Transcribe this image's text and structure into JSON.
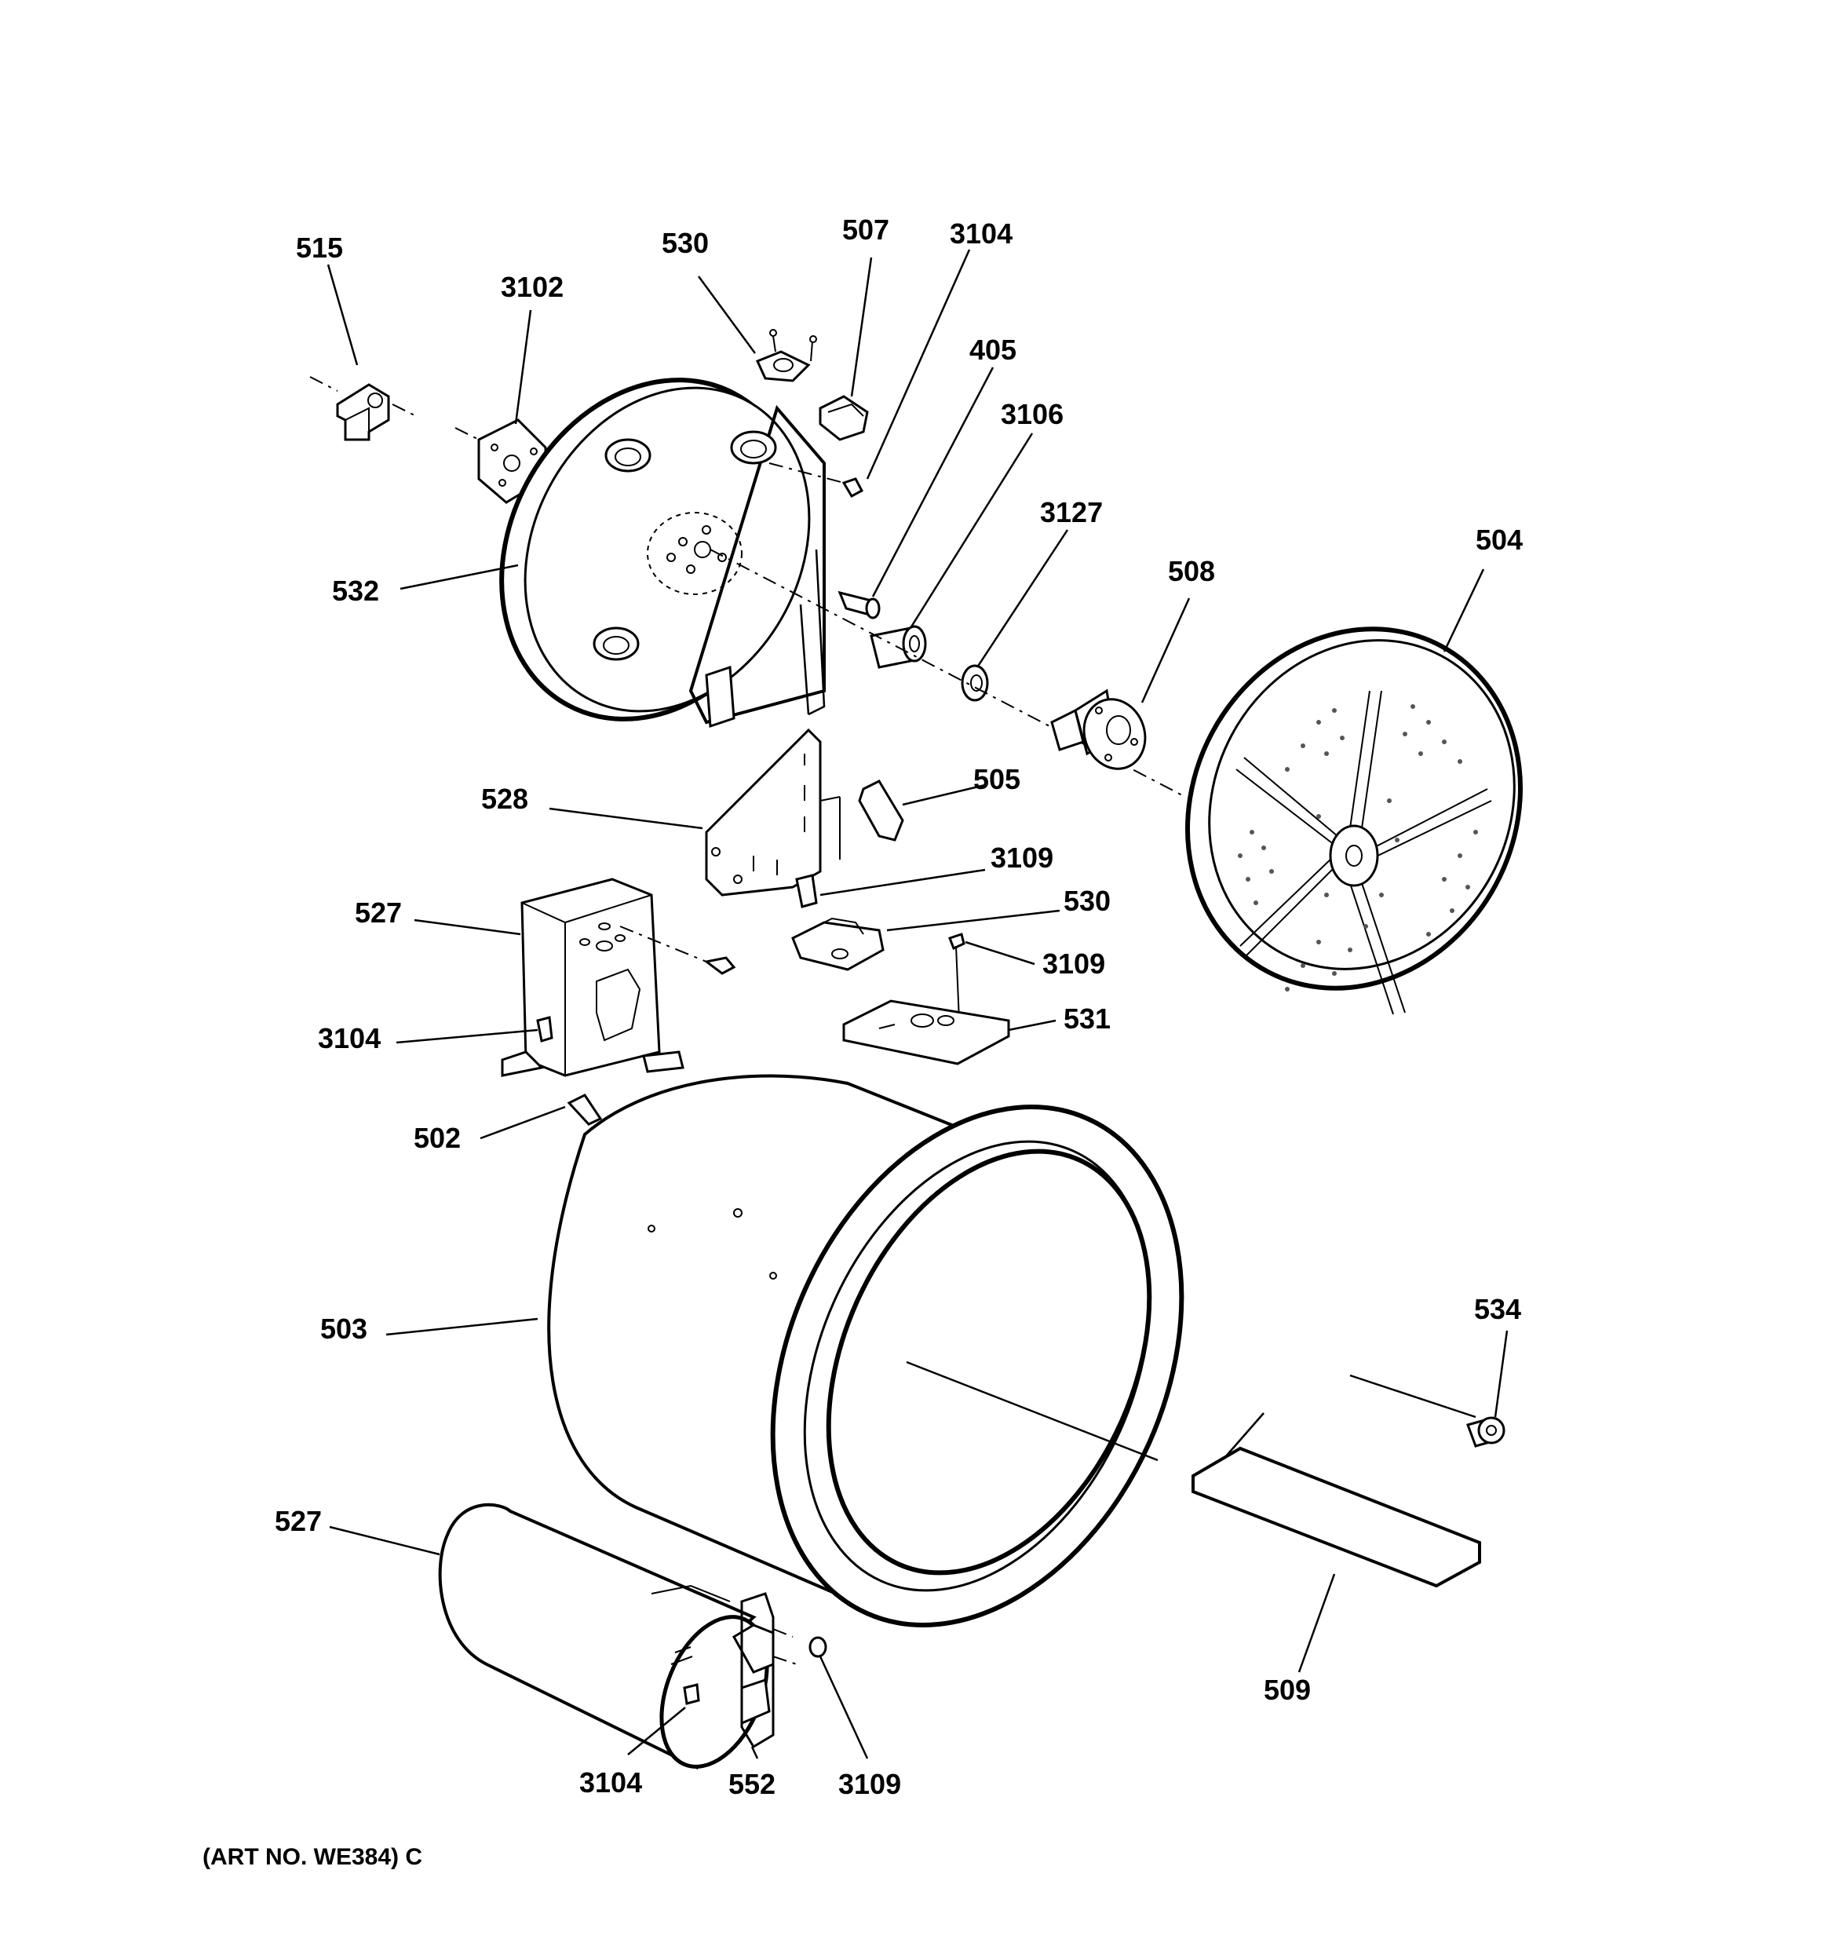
{
  "labels": {
    "p515": "515",
    "p3102": "3102",
    "p530a": "530",
    "p507": "507",
    "p3104a": "3104",
    "p405": "405",
    "p3106": "3106",
    "p3127": "3127",
    "p508": "508",
    "p504": "504",
    "p532": "532",
    "p528": "528",
    "p505": "505",
    "p3109a": "3109",
    "p527a": "527",
    "p530b": "530",
    "p3109b": "3109",
    "p3104b": "3104",
    "p531": "531",
    "p502": "502",
    "p503": "503",
    "p534": "534",
    "p527b": "527",
    "p509": "509",
    "p3104c": "3104",
    "p552": "552",
    "p3109c": "3109"
  },
  "footer": {
    "art_number": "(ART NO. WE384) C"
  }
}
